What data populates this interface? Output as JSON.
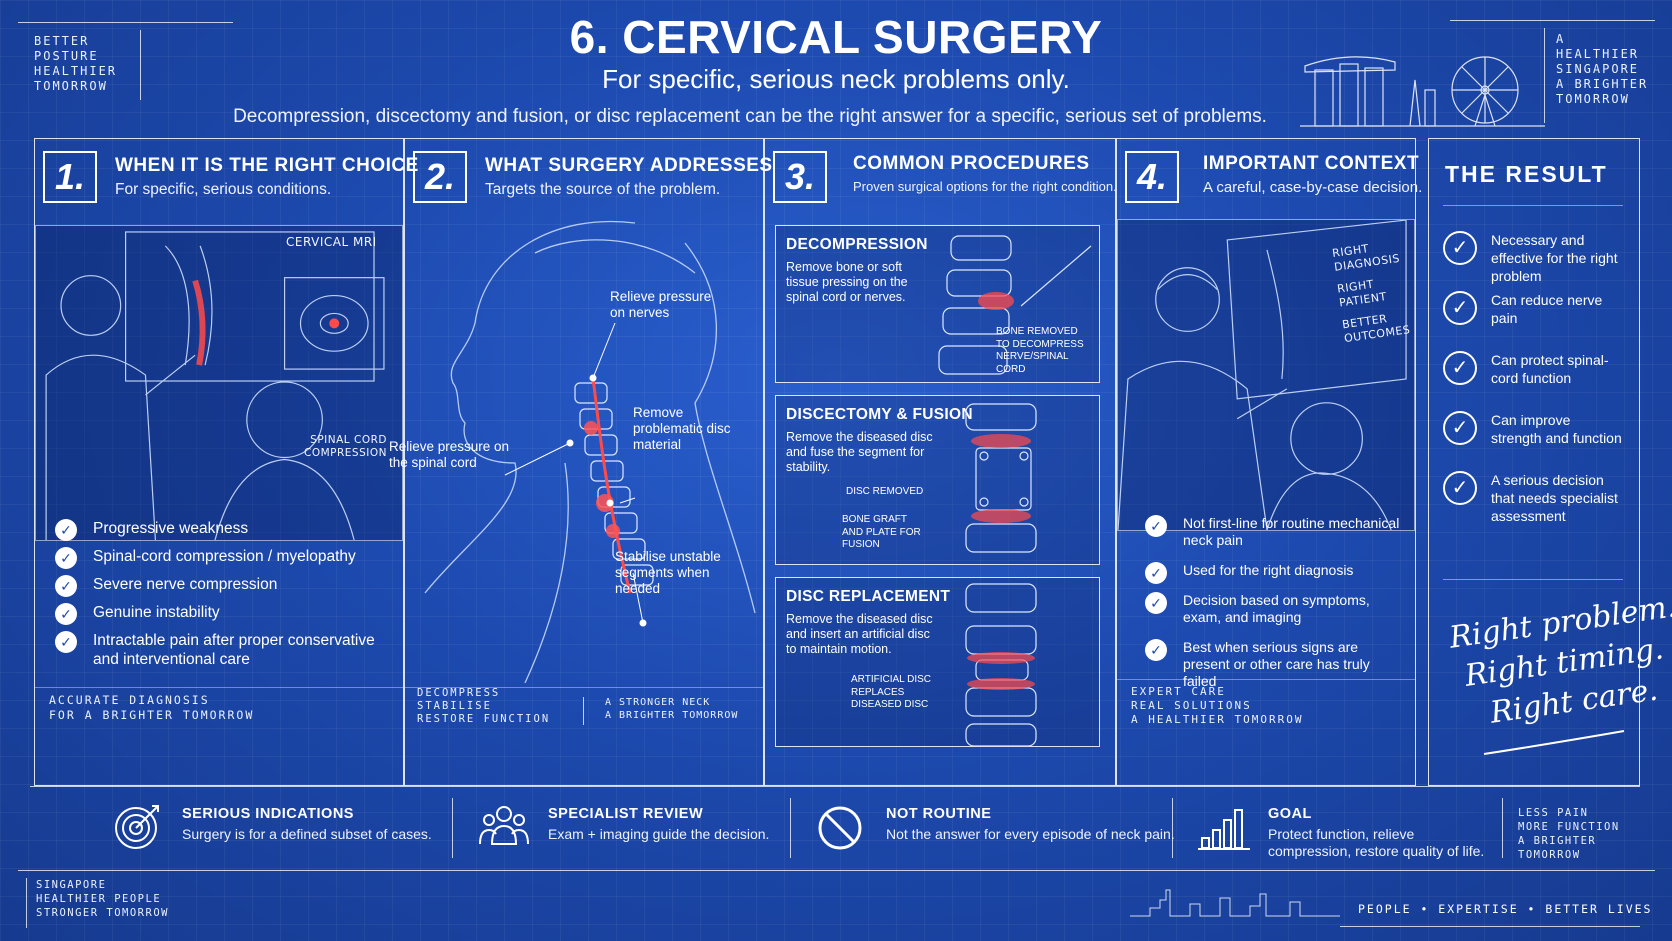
{
  "header": {
    "title": "6. CERVICAL SURGERY",
    "subtitle": "For specific, serious neck problems only.",
    "tagline": "Decompression,  discectomy and fusion, or disc replacement can be the right answer for a specific, serious set of problems.",
    "corner_left": [
      "BETTER",
      "POSTURE",
      "HEALTHIER",
      "TOMORROW"
    ],
    "corner_right": [
      "A",
      "HEALTHIER",
      "SINGAPORE",
      "A BRIGHTER",
      "TOMORROW"
    ]
  },
  "panel1": {
    "number": "1.",
    "title": "WHEN IT IS THE RIGHT CHOICE",
    "subtitle": "For specific, serious conditions.",
    "mri_label": "CERVICAL MRI",
    "compression_label": [
      "SPINAL CORD",
      "COMPRESSION"
    ],
    "items": [
      "Progressive weakness",
      "Spinal-cord compression / myelopathy",
      "Severe nerve compression",
      "Genuine instability",
      "Intractable pain after proper conservative and interventional care"
    ],
    "footer": [
      "ACCURATE DIAGNOSIS",
      "FOR A BRIGHTER TOMORROW"
    ]
  },
  "panel2": {
    "number": "2.",
    "title": "WHAT SURGERY ADDRESSES",
    "subtitle": "Targets the source of the problem.",
    "callouts": {
      "nerves": "Relieve pressure on nerves",
      "disc": "Remove problematic disc material",
      "cord": "Relieve pressure on the spinal cord",
      "stabilise": "Stabilise unstable segments when needed"
    },
    "footer_left": [
      "DECOMPRESS",
      "STABILISE",
      "RESTORE FUNCTION"
    ],
    "footer_right": [
      "A STRONGER NECK",
      "A BRIGHTER TOMORROW"
    ]
  },
  "panel3": {
    "number": "3.",
    "title": "COMMON PROCEDURES",
    "subtitle": "Proven surgical options for the right condition.",
    "procedures": [
      {
        "title": "DECOMPRESSION",
        "desc": "Remove bone or soft tissue pressing on the spinal cord or nerves.",
        "note": [
          "BONE REMOVED",
          "TO DECOMPRESS",
          "NERVE/SPINAL CORD"
        ]
      },
      {
        "title": "DISCECTOMY & FUSION",
        "desc": "Remove the diseased disc and fuse the segment for stability.",
        "note": [
          "DISC REMOVED"
        ],
        "note2": [
          "BONE GRAFT",
          "AND PLATE FOR",
          "FUSION"
        ]
      },
      {
        "title": "DISC REPLACEMENT",
        "desc": "Remove the diseased disc and insert an artificial disc to maintain motion.",
        "note": [
          "ARTIFICIAL DISC",
          "REPLACES",
          "DISEASED DISC"
        ]
      }
    ]
  },
  "panel4": {
    "number": "4.",
    "title": "IMPORTANT CONTEXT",
    "subtitle": "A careful, case-by-case decision.",
    "screen_labels": [
      "RIGHT",
      "DIAGNOSIS",
      "RIGHT",
      "PATIENT",
      "BETTER",
      "OUTCOMES"
    ],
    "items": [
      "Not first-line for routine mechanical neck pain",
      "Used for the right diagnosis",
      "Decision based on symptoms, exam, and imaging",
      "Best when serious signs are present or other care has truly failed"
    ],
    "footer": [
      "EXPERT CARE",
      "REAL SOLUTIONS",
      "A HEALTHIER TOMORROW"
    ]
  },
  "result": {
    "title": "THE  RESULT",
    "items": [
      "Necessary and effective for the right problem",
      "Can reduce nerve pain",
      "Can protect spinal-cord function",
      "Can improve strength and function",
      "A serious decision that needs specialist assessment"
    ],
    "script": [
      "Right problem.",
      "Right timing.",
      "Right care."
    ]
  },
  "strip": [
    {
      "icon": "target-icon",
      "title": "SERIOUS INDICATIONS",
      "desc": "Surgery is for a defined subset of cases."
    },
    {
      "icon": "team-icon",
      "title": "SPECIALIST REVIEW",
      "desc": "Exam + imaging guide the decision."
    },
    {
      "icon": "prohibited-icon",
      "title": "NOT ROUTINE",
      "desc": "Not the answer for every episode of neck pain."
    },
    {
      "icon": "bar-growth-icon",
      "title": "GOAL",
      "desc": "Protect function, relieve compression, restore quality of life."
    }
  ],
  "strip_right": [
    "LESS PAIN",
    "MORE FUNCTION",
    "A BRIGHTER",
    "TOMORROW"
  ],
  "footer": {
    "left": [
      "SINGAPORE",
      "HEALTHIER PEOPLE",
      "STRONGER TOMORROW"
    ],
    "right": "PEOPLE  •  EXPERTISE  •  BETTER LIVES"
  },
  "colors": {
    "background": "#1d4aaf",
    "highlight": "#ff3b3b",
    "line": "#ffffff"
  }
}
